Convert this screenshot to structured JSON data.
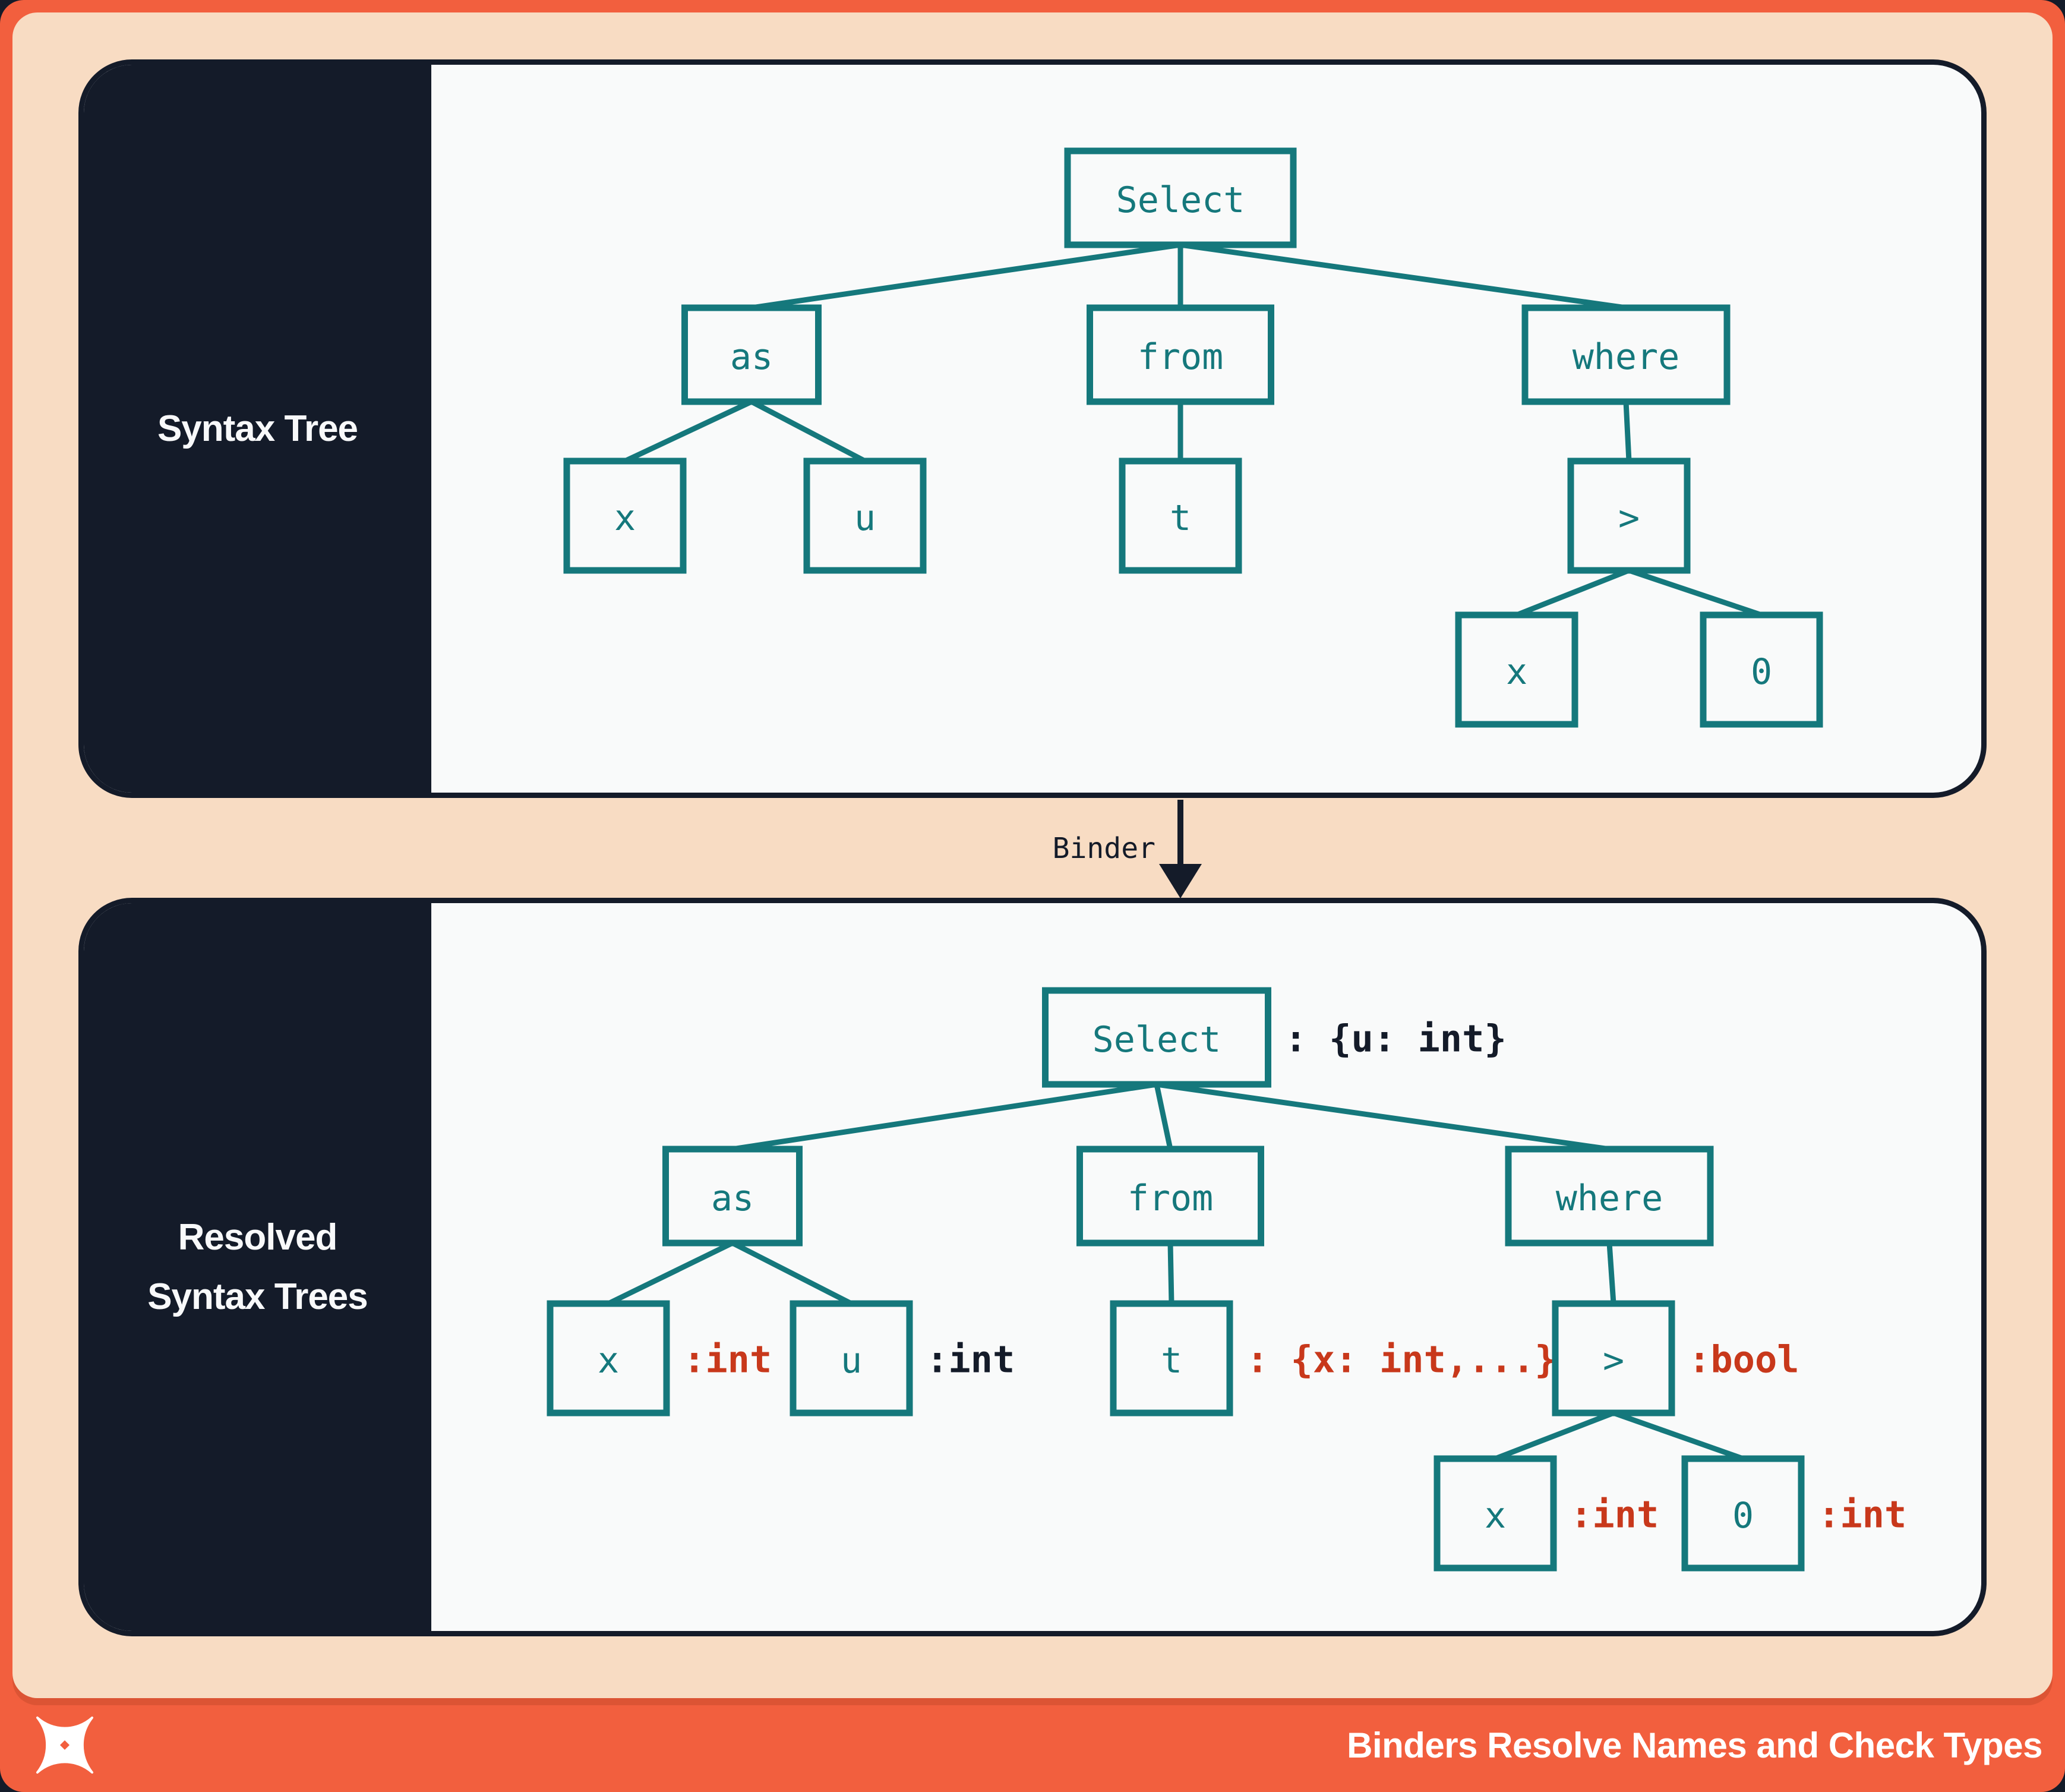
{
  "colors": {
    "coral": "#f25f3e",
    "peach": "#f8dcc3",
    "navy": "#141b29",
    "teal": "#15787c",
    "red": "#c8381b",
    "panel_bg": "#f9fafa",
    "white": "#ffffff"
  },
  "panels": [
    {
      "id": "syntax-tree",
      "label_lines": [
        "Syntax Tree"
      ]
    },
    {
      "id": "resolved-syntax-trees",
      "label_lines": [
        "Resolved",
        "Syntax Trees"
      ]
    }
  ],
  "binder": {
    "label": "Binder"
  },
  "footer": {
    "title": "Binders Resolve Names and Check Types",
    "logo": "x-star-logo"
  },
  "trees": {
    "syntax": {
      "nodes": [
        {
          "id": "select",
          "label": "Select"
        },
        {
          "id": "as",
          "label": "as"
        },
        {
          "id": "from",
          "label": "from"
        },
        {
          "id": "where",
          "label": "where"
        },
        {
          "id": "x1",
          "label": "x"
        },
        {
          "id": "u",
          "label": "u"
        },
        {
          "id": "t",
          "label": "t"
        },
        {
          "id": "gt",
          "label": ">"
        },
        {
          "id": "x2",
          "label": "x"
        },
        {
          "id": "zero",
          "label": "0"
        }
      ],
      "edges": [
        [
          "select",
          "as"
        ],
        [
          "select",
          "from"
        ],
        [
          "select",
          "where"
        ],
        [
          "as",
          "x1"
        ],
        [
          "as",
          "u"
        ],
        [
          "from",
          "t"
        ],
        [
          "where",
          "gt"
        ],
        [
          "gt",
          "x2"
        ],
        [
          "gt",
          "zero"
        ]
      ]
    },
    "resolved": {
      "nodes": [
        {
          "id": "select",
          "label": "Select",
          "annotation": ": {u: int}",
          "annotation_color": "dark"
        },
        {
          "id": "as",
          "label": "as"
        },
        {
          "id": "from",
          "label": "from"
        },
        {
          "id": "where",
          "label": "where"
        },
        {
          "id": "x1",
          "label": "x",
          "annotation": ":int",
          "annotation_color": "red"
        },
        {
          "id": "u",
          "label": "u",
          "annotation": ":int",
          "annotation_color": "dark"
        },
        {
          "id": "t",
          "label": "t",
          "annotation": ": {x: int,...}",
          "annotation_color": "red"
        },
        {
          "id": "gt",
          "label": ">",
          "annotation": ":bool",
          "annotation_color": "red"
        },
        {
          "id": "x2",
          "label": "x",
          "annotation": ":int",
          "annotation_color": "red"
        },
        {
          "id": "zero",
          "label": "0",
          "annotation": ":int",
          "annotation_color": "red"
        }
      ],
      "edges": [
        [
          "select",
          "as"
        ],
        [
          "select",
          "from"
        ],
        [
          "select",
          "where"
        ],
        [
          "as",
          "x1"
        ],
        [
          "as",
          "u"
        ],
        [
          "from",
          "t"
        ],
        [
          "where",
          "gt"
        ],
        [
          "gt",
          "x2"
        ],
        [
          "gt",
          "zero"
        ]
      ]
    }
  }
}
